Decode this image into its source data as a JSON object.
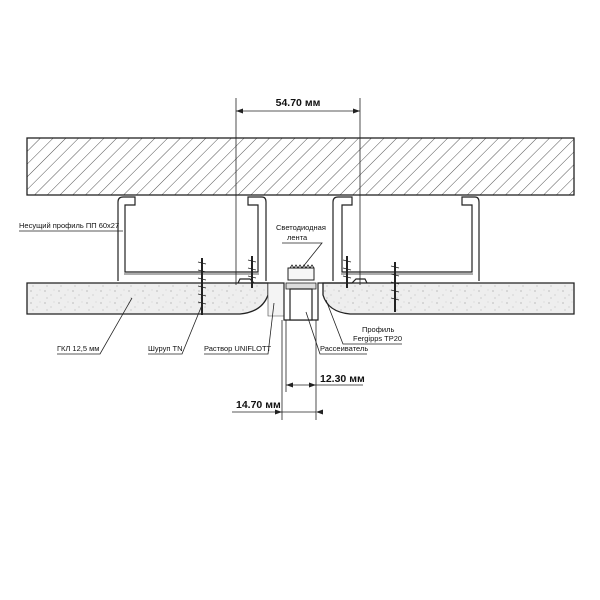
{
  "dimensions": {
    "top_width": "54.70 мм",
    "diffuser_width": "12.30 мм",
    "slot_width": "14.70 мм"
  },
  "labels": {
    "support_profile": "Несущий профиль ПП 60x27",
    "led_strip_line1": "Светодиодная",
    "led_strip_line2": "лента",
    "gypsum_board": "ГКЛ 12,5 мм",
    "screw": "Шуруп TN",
    "mortar": "Раствор UNIFLOTT",
    "diffuser": "Рассеиватель",
    "profile_line1": "Профиль",
    "profile_line2": "Fergipps TP20"
  },
  "colors": {
    "line": "#222222",
    "board_fill": "#eeeeee",
    "hatch": "#555555",
    "background": "#ffffff"
  }
}
